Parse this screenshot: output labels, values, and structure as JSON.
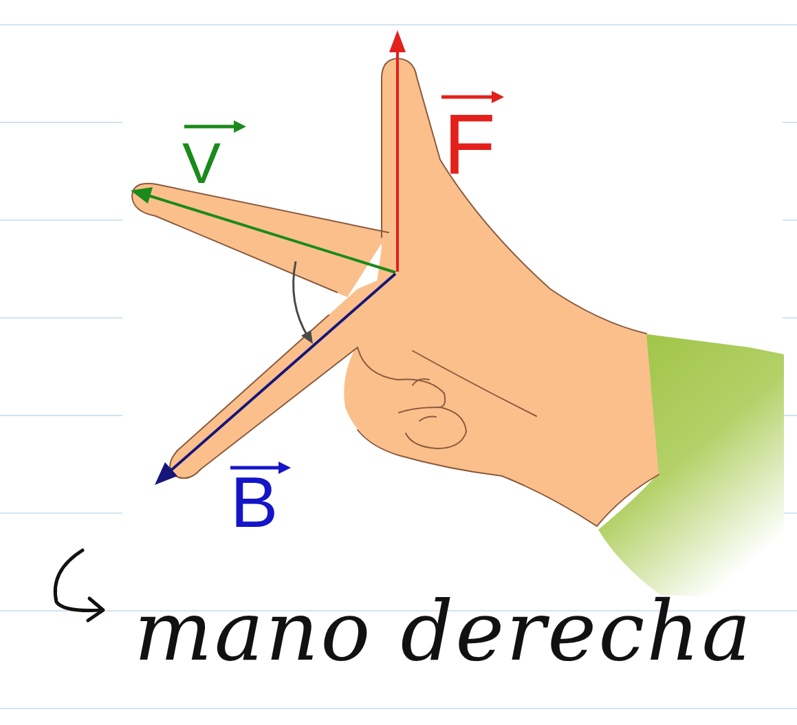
{
  "diagram": {
    "labels": [
      "V",
      "F",
      "B",
      "mano derecha"
    ]
  }
}
